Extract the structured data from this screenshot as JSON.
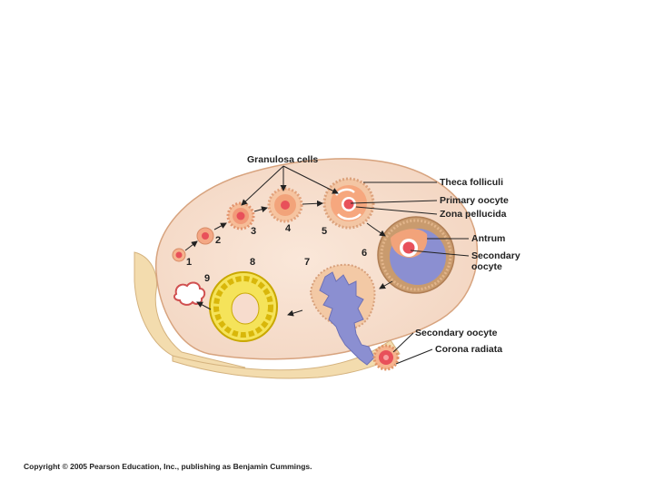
{
  "labels": {
    "granulosa_cells": "Granulosa cells",
    "theca_folliculi": "Theca folliculi",
    "primary_oocyte": "Primary oocyte",
    "zona_pellucida": "Zona pellucida",
    "antrum": "Antrum",
    "secondary_oocyte_line1": "Secondary",
    "secondary_oocyte_line2": "oocyte",
    "secondary_oocyte_released": "Secondary oocyte",
    "corona_radiata": "Corona radiata"
  },
  "stage_numbers": [
    "1",
    "2",
    "3",
    "4",
    "5",
    "6",
    "7",
    "8",
    "9"
  ],
  "copyright": "Copyright © 2005 Pearson Education, Inc., publishing as Benjamin Cummings.",
  "colors": {
    "ovary": "#f7e0cf",
    "ovary_outline": "#d9a983",
    "stroma_edge": "#f3d9b3",
    "oocyte": "#e8505a",
    "granulosa": "#f2a37a",
    "antrum": "#8b8fd1",
    "corpus_luteum": "#f4e04d"
  }
}
